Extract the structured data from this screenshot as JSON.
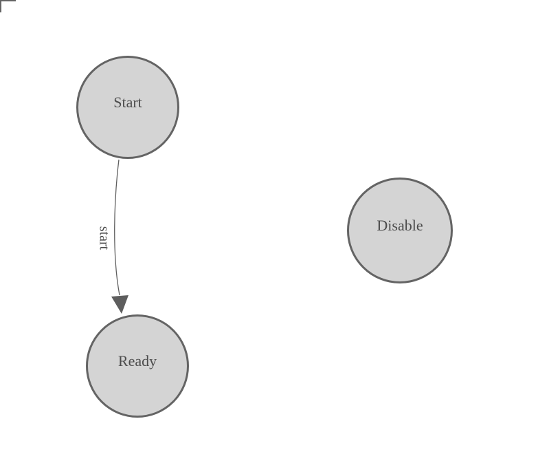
{
  "diagram": {
    "type": "finite-state-machine",
    "nodes": [
      {
        "id": "start",
        "label": "Start"
      },
      {
        "id": "ready",
        "label": "Ready"
      },
      {
        "id": "disable",
        "label": "Disable"
      }
    ],
    "edges": [
      {
        "from": "start",
        "to": "ready",
        "label": "start",
        "arrowhead": "filled-triangle"
      }
    ],
    "colors": {
      "background": "#ffffff",
      "node_fill": "#d4d4d4",
      "node_stroke": "#646464",
      "node_text": "#4c4c4c",
      "edge_stroke": "#5e5e5e",
      "edge_label_text": "#4c4c4c",
      "origin_marker": "#646464"
    }
  }
}
